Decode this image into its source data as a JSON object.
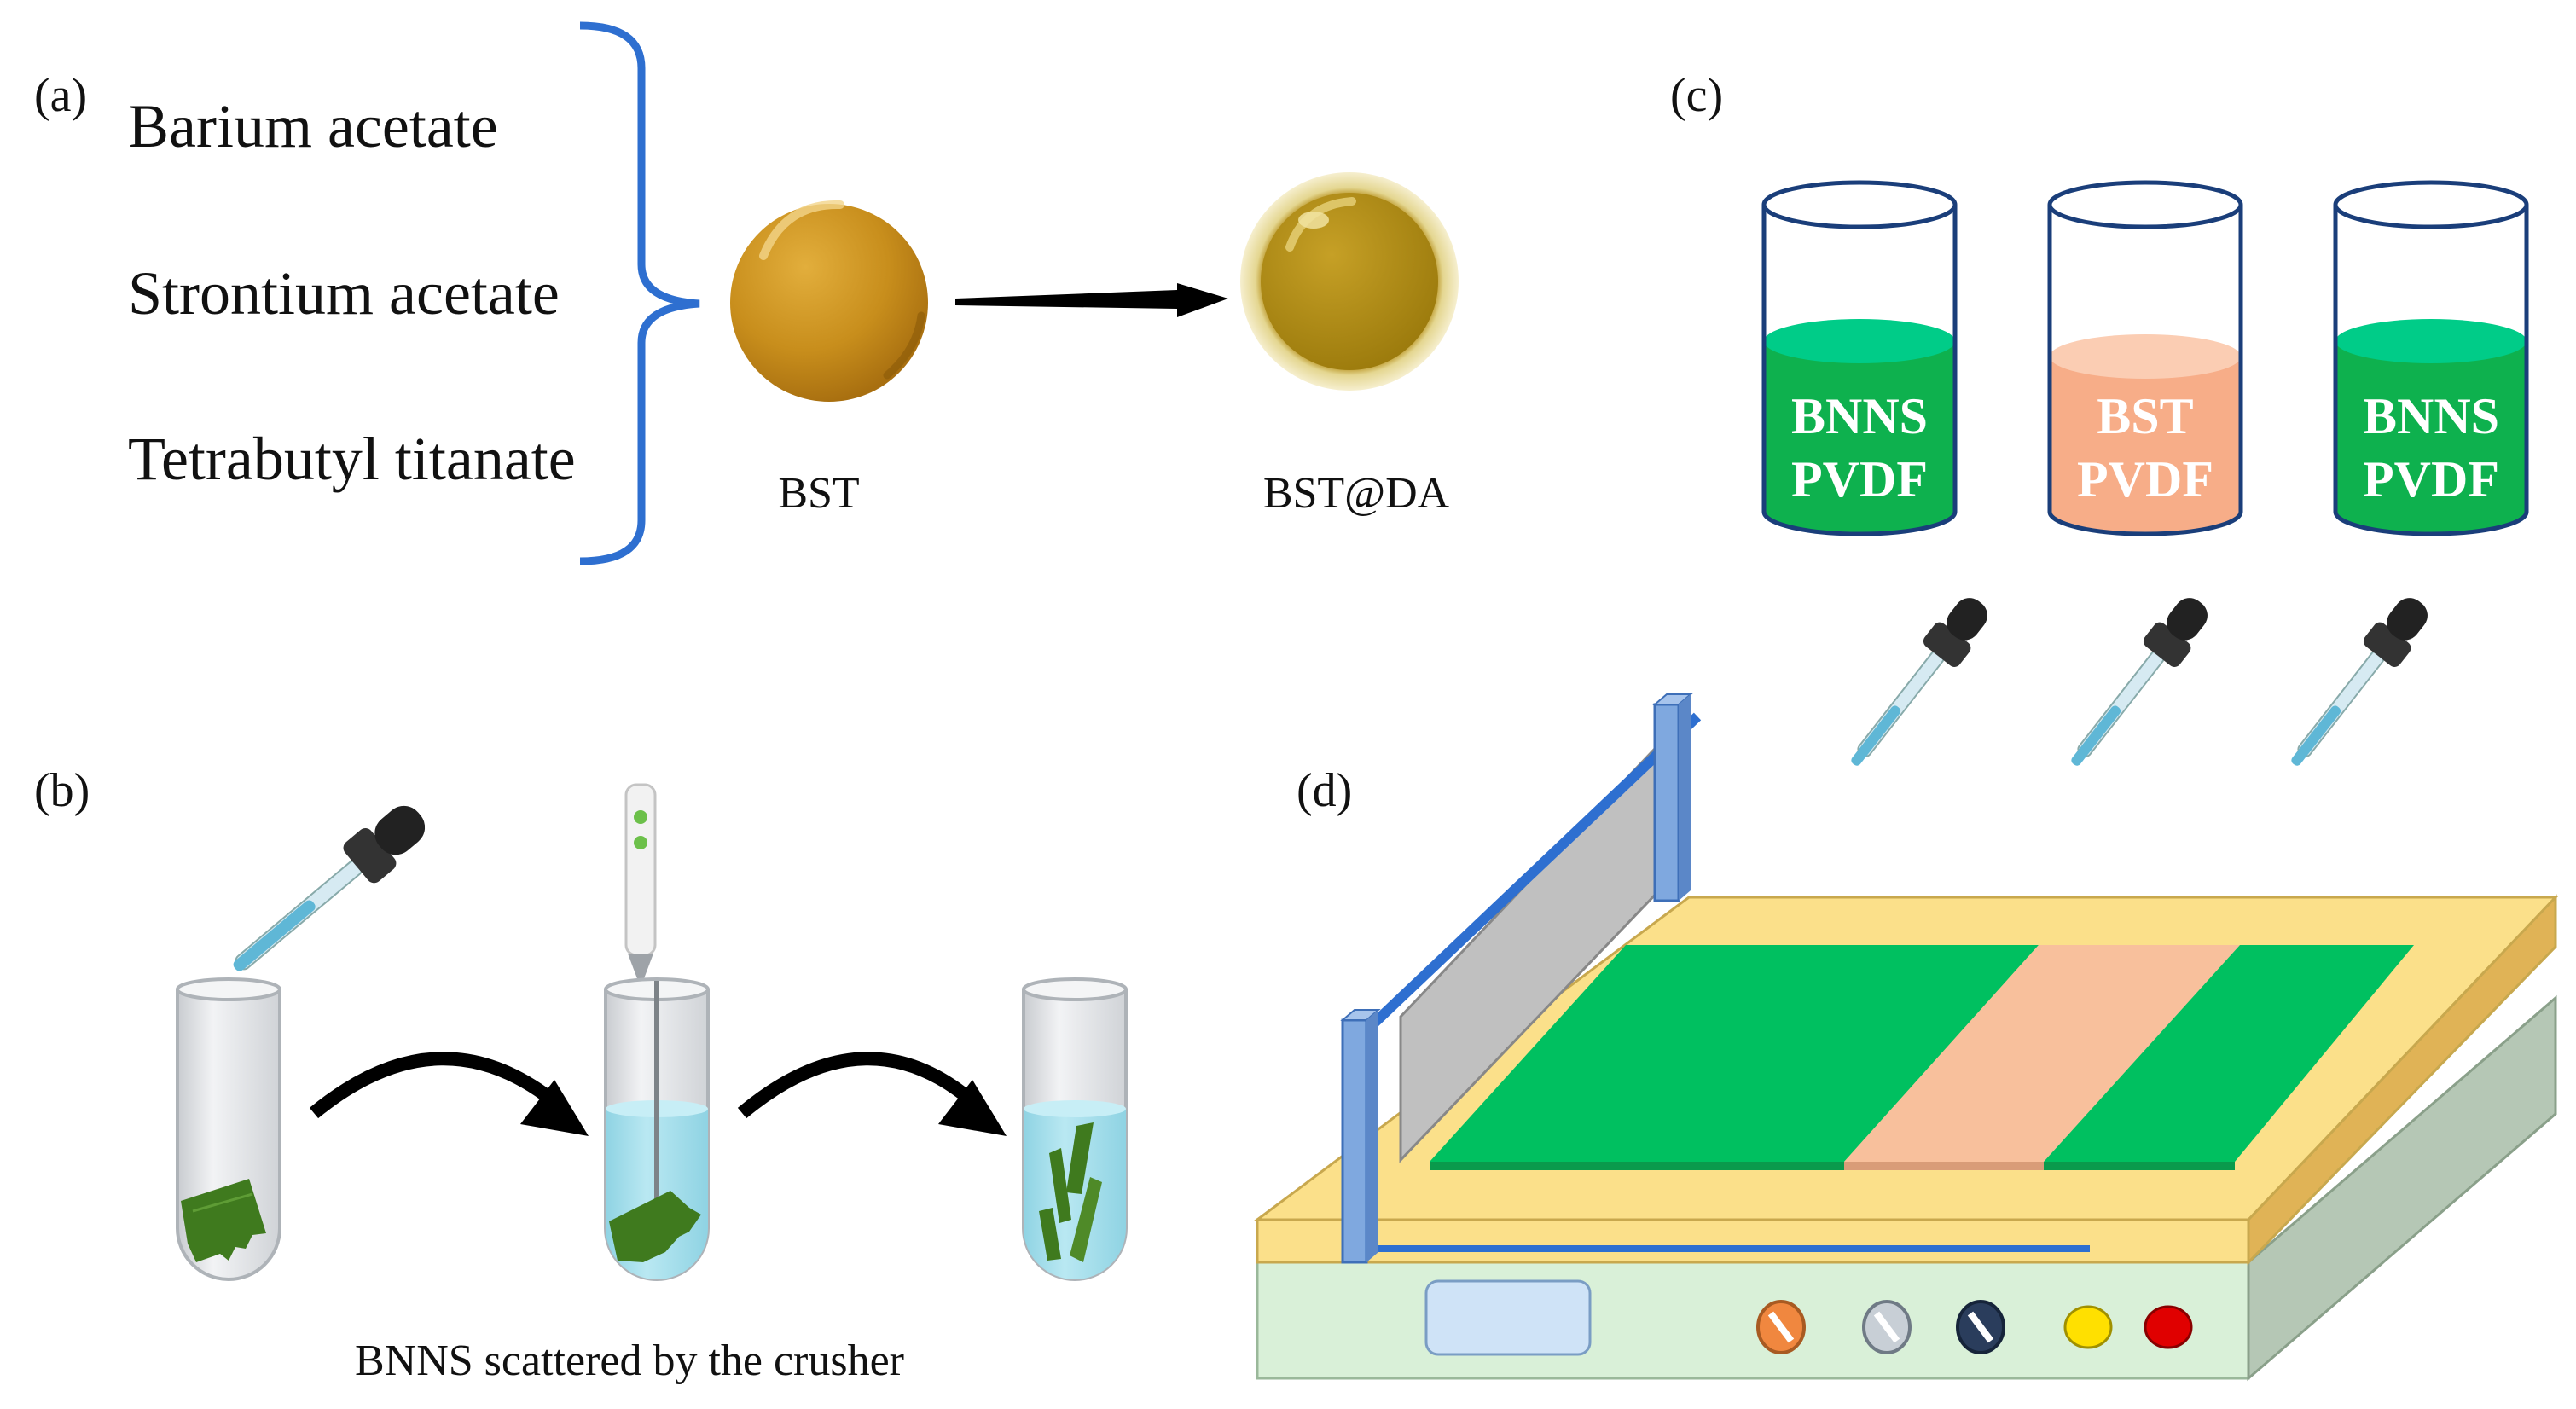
{
  "panel_a": {
    "label": "(a)",
    "reagents": [
      "Barium acetate",
      "Strontium acetate",
      "Tetrabutyl titanate"
    ],
    "particle_1": "BST",
    "particle_2": "BST@DA"
  },
  "panel_b": {
    "label": "(b)",
    "caption": "BNNS scattered by the crusher"
  },
  "panel_c": {
    "label": "(c)",
    "beakers": [
      {
        "line1": "BNNS",
        "line2": "PVDF",
        "color": "#19b857"
      },
      {
        "line1": "BST",
        "line2": "PVDF",
        "color": "#f7b393"
      },
      {
        "line1": "BNNS",
        "line2": "PVDF",
        "color": "#19b857"
      }
    ]
  },
  "panel_d": {
    "label": "(d)"
  },
  "colors": {
    "bracket": "#2e6fd0",
    "green_film": "#00c060",
    "peach_film": "#f8c09c",
    "table_top": "#fbe08a",
    "base": "#d9f0d8"
  }
}
